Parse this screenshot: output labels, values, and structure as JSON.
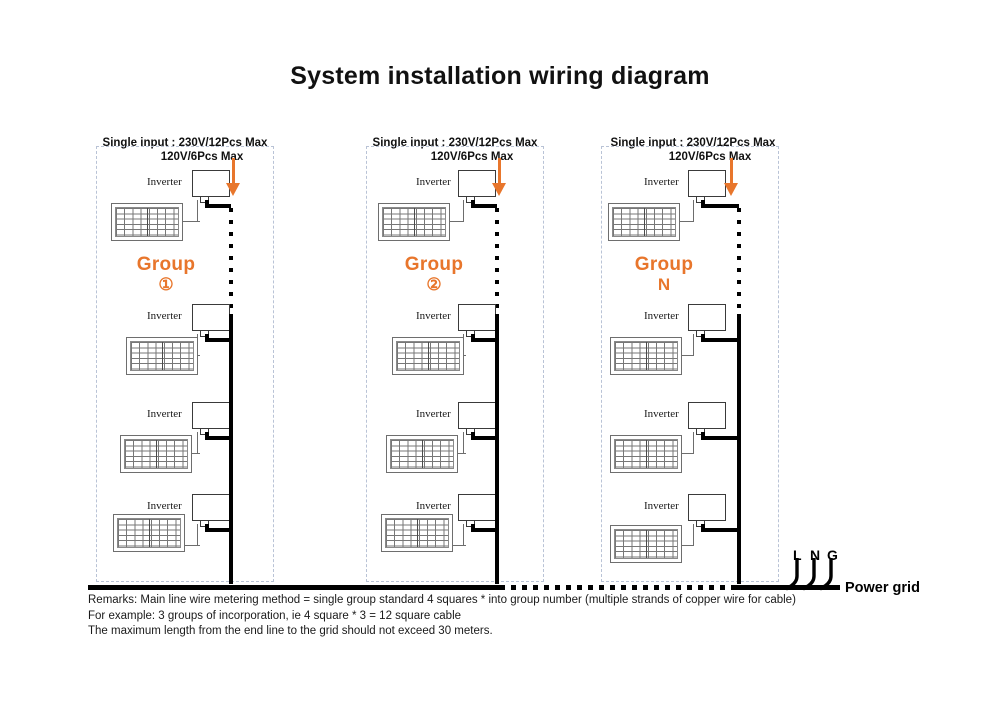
{
  "title": "System installation wiring diagram",
  "groups": [
    {
      "caption_line1": "Single input : 230V/12Pcs Max",
      "caption_line2": "120V/6Pcs Max",
      "name": "Group",
      "number": "①",
      "inverter_label": "Inverter",
      "units": 4
    },
    {
      "caption_line1": "Single input : 230V/12Pcs Max",
      "caption_line2": "120V/6Pcs Max",
      "name": "Group",
      "number": "②",
      "inverter_label": "Inverter",
      "units": 4
    },
    {
      "caption_line1": "Single input : 230V/12Pcs Max",
      "caption_line2": "120V/6Pcs Max",
      "name": "Group",
      "number": "N",
      "inverter_label": "Inverter",
      "units": 4
    }
  ],
  "grid": {
    "terminals": [
      "L",
      "N",
      "G"
    ],
    "label": "Power grid"
  },
  "remarks": [
    "Remarks: Main line wire metering method = single group standard 4 squares * into group number (multiple strands of copper wire for cable)",
    "For example: 3 groups of incorporation, ie 4 square * 3 = 12 square cable",
    "The maximum length from the end line to the grid should not exceed 30 meters."
  ],
  "colors": {
    "accent": "#e8762c",
    "wire": "#000000",
    "group_border": "#b9c3d6",
    "text": "#111111"
  },
  "icons": {
    "arrow": "down-arrow-icon",
    "panel": "solar-panel-icon",
    "inverter": "inverter-icon"
  }
}
